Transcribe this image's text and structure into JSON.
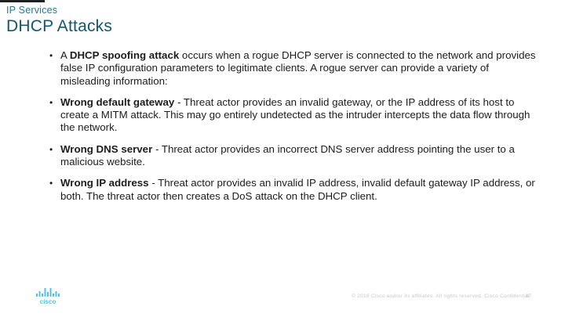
{
  "slide": {
    "eyebrow": "IP Services",
    "title": "DHCP Attacks",
    "bullet_glyph": "•",
    "bullets": [
      {
        "pre": "A ",
        "bold": "DHCP spoofing attack",
        "rest": " occurs when a rogue DHCP server is connected to the network and provides false IP configuration parameters to legitimate clients. A rogue server can provide a variety of misleading information:"
      },
      {
        "pre": "",
        "bold": "Wrong default gateway",
        "rest": " - Threat actor provides an invalid gateway, or the IP address of its host to create a MITM attack. This may go entirely undetected as the intruder intercepts the data flow through the network."
      },
      {
        "pre": "",
        "bold": "Wrong DNS server",
        "rest": " - Threat actor provides an incorrect DNS server address pointing the user to a malicious website."
      },
      {
        "pre": "",
        "bold": "Wrong IP address",
        "rest": " - Threat actor provides an invalid IP address, invalid default gateway IP address, or both. The threat actor then creates a DoS attack on the DHCP client."
      }
    ],
    "footer": {
      "copyright": "© 2016 Cisco and/or its affiliates. All rights reserved.   Cisco Confidential",
      "page_number": "87",
      "logo_text": "cisco"
    },
    "colors": {
      "eyebrow": "#26798e",
      "title": "#11576d",
      "logo": "#55c1e1",
      "footer_text": "#c9c9c9",
      "body_text": "#1c1c1c"
    }
  }
}
